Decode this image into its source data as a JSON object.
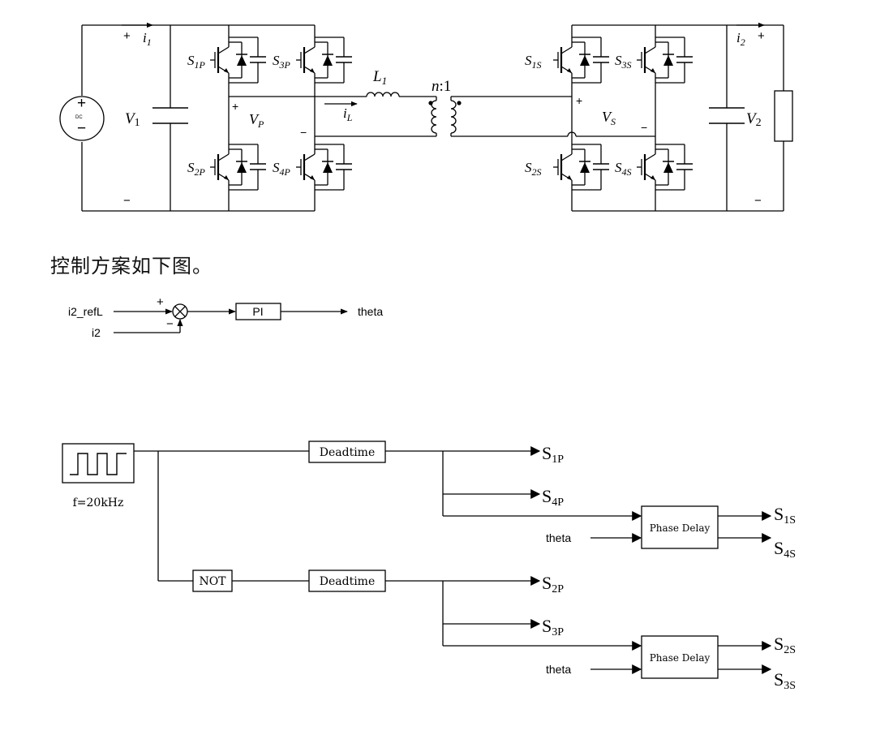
{
  "circuit": {
    "source_label": "DC",
    "plus": "+",
    "minus": "−",
    "i1_sym": "i",
    "i1_sub": "1",
    "i2_sym": "i",
    "i2_sub": "2",
    "iL_sym": "i",
    "iL_sub": "L",
    "L1_sym": "L",
    "L1_sub": "1",
    "V1_sym": "V",
    "V1_sub": "1",
    "V2_sym": "V",
    "V2_sub": "2",
    "VP_sym": "V",
    "VP_sub": "P",
    "VS_sym": "V",
    "VS_sub": "S",
    "ratio_n": "n",
    "ratio_rest": ":1",
    "switches": {
      "s1p": {
        "sym": "S",
        "sub": "1P"
      },
      "s3p": {
        "sym": "S",
        "sub": "3P"
      },
      "s2p": {
        "sym": "S",
        "sub": "2P"
      },
      "s4p": {
        "sym": "S",
        "sub": "4P"
      },
      "s1s": {
        "sym": "S",
        "sub": "1S"
      },
      "s3s": {
        "sym": "S",
        "sub": "3S"
      },
      "s2s": {
        "sym": "S",
        "sub": "2S"
      },
      "s4s": {
        "sym": "S",
        "sub": "4S"
      }
    }
  },
  "caption": "控制方案如下图。",
  "control_loop": {
    "ref_label": "i2_refL",
    "fb_label": "i2",
    "plus": "+",
    "minus": "−",
    "block_label": "PI",
    "output_label": "theta"
  },
  "pwm": {
    "freq_label": "f=20kHz",
    "not_label": "NOT",
    "deadtime_label": "Deadtime",
    "phase_delay_label": "Phase Delay",
    "theta_label": "theta",
    "outputs": {
      "s1p": {
        "sym": "S",
        "sub": "1P"
      },
      "s4p": {
        "sym": "S",
        "sub": "4P"
      },
      "s1s": {
        "sym": "S",
        "sub": "1S"
      },
      "s4s": {
        "sym": "S",
        "sub": "4S"
      },
      "s2p": {
        "sym": "S",
        "sub": "2P"
      },
      "s3p": {
        "sym": "S",
        "sub": "3P"
      },
      "s2s": {
        "sym": "S",
        "sub": "2S"
      },
      "s3s": {
        "sym": "S",
        "sub": "3S"
      }
    }
  }
}
